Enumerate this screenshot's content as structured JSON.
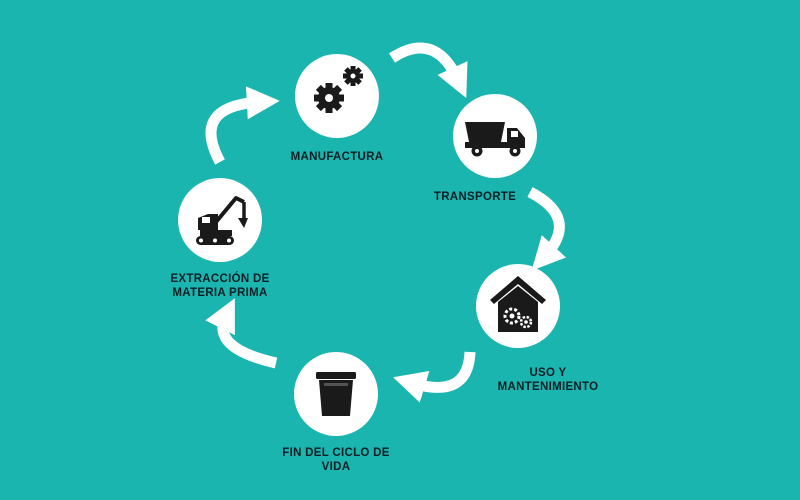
{
  "colors": {
    "background": "#1bb5b0",
    "node_fill": "#ffffff",
    "icon": "#1a1a1a",
    "text": "#0d1f24",
    "arrow": "#ffffff"
  },
  "stages": [
    {
      "id": "manufactura",
      "label": "MANUFACTURA",
      "icon": "gears-icon"
    },
    {
      "id": "transporte",
      "label": "TRANSPORTE",
      "icon": "dump-truck-icon"
    },
    {
      "id": "uso",
      "label_line1": "USO Y",
      "label_line2": "MANTENIMIENTO",
      "icon": "house-gears-icon"
    },
    {
      "id": "fin",
      "label_line1": "FIN DEL CICLO DE",
      "label_line2": "VIDA",
      "icon": "trash-bin-icon"
    },
    {
      "id": "extraccion",
      "label_line1": "EXTRACCIÓN DE",
      "label_line2": "MATERIA PRIMA",
      "icon": "excavator-icon"
    }
  ]
}
